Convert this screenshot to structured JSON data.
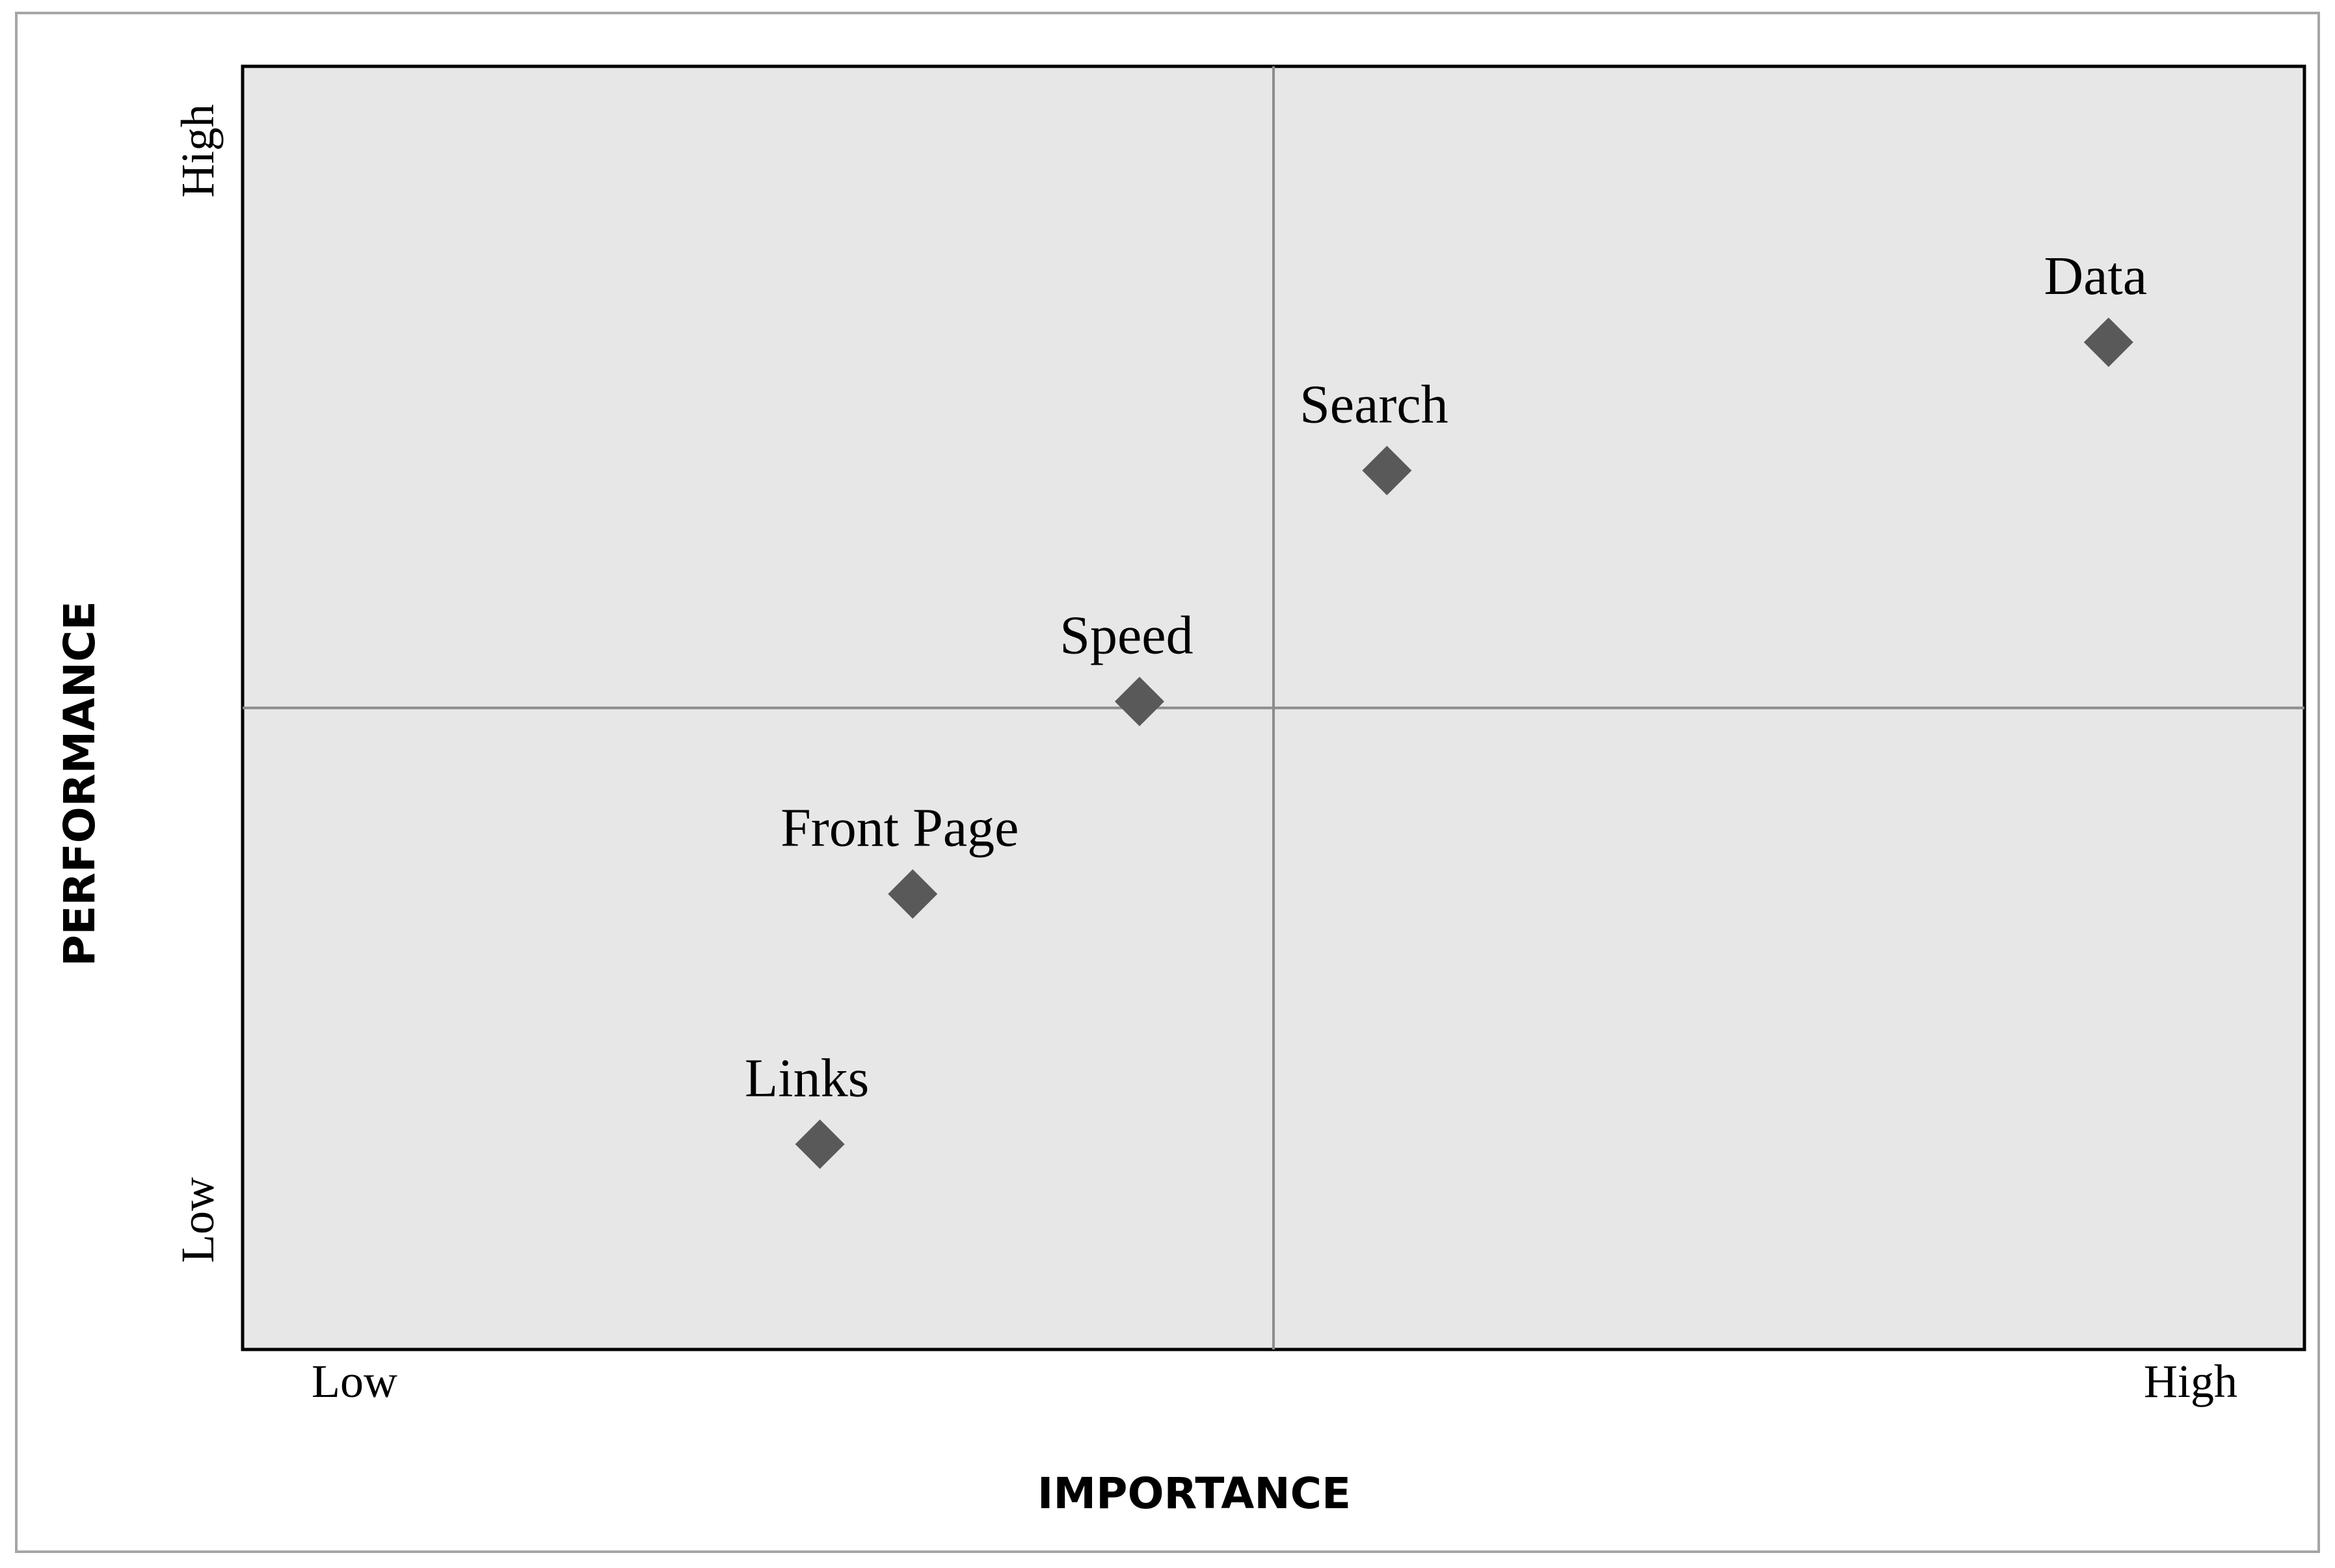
{
  "chart_data": {
    "type": "scatter",
    "title": "",
    "xlabel": "IMPORTANCE",
    "ylabel": "PERFORMANCE",
    "xlim": [
      0,
      100
    ],
    "ylim": [
      0,
      100
    ],
    "x_tick_labels": {
      "low": "Low",
      "high": "High"
    },
    "y_tick_labels": {
      "low": "Low",
      "high": "High"
    },
    "quadrant_dividers": {
      "x": 50,
      "y": 50
    },
    "grid": false,
    "legend": "none",
    "points": [
      {
        "label": "Data",
        "x": 90.5,
        "y": 78.5
      },
      {
        "label": "Search",
        "x": 55.5,
        "y": 68.5
      },
      {
        "label": "Speed",
        "x": 43.5,
        "y": 50.5
      },
      {
        "label": "Front Page",
        "x": 32.5,
        "y": 35.5
      },
      {
        "label": "Links",
        "x": 28.0,
        "y": 16.0
      }
    ]
  },
  "colors": {
    "plot_background": "#e7e7e7",
    "plot_border": "#000000",
    "divider_line": "#8c8c8c",
    "marker": "#595959",
    "outer_border": "#a6a6a6",
    "text": "#000000"
  },
  "marker_shape": "diamond"
}
